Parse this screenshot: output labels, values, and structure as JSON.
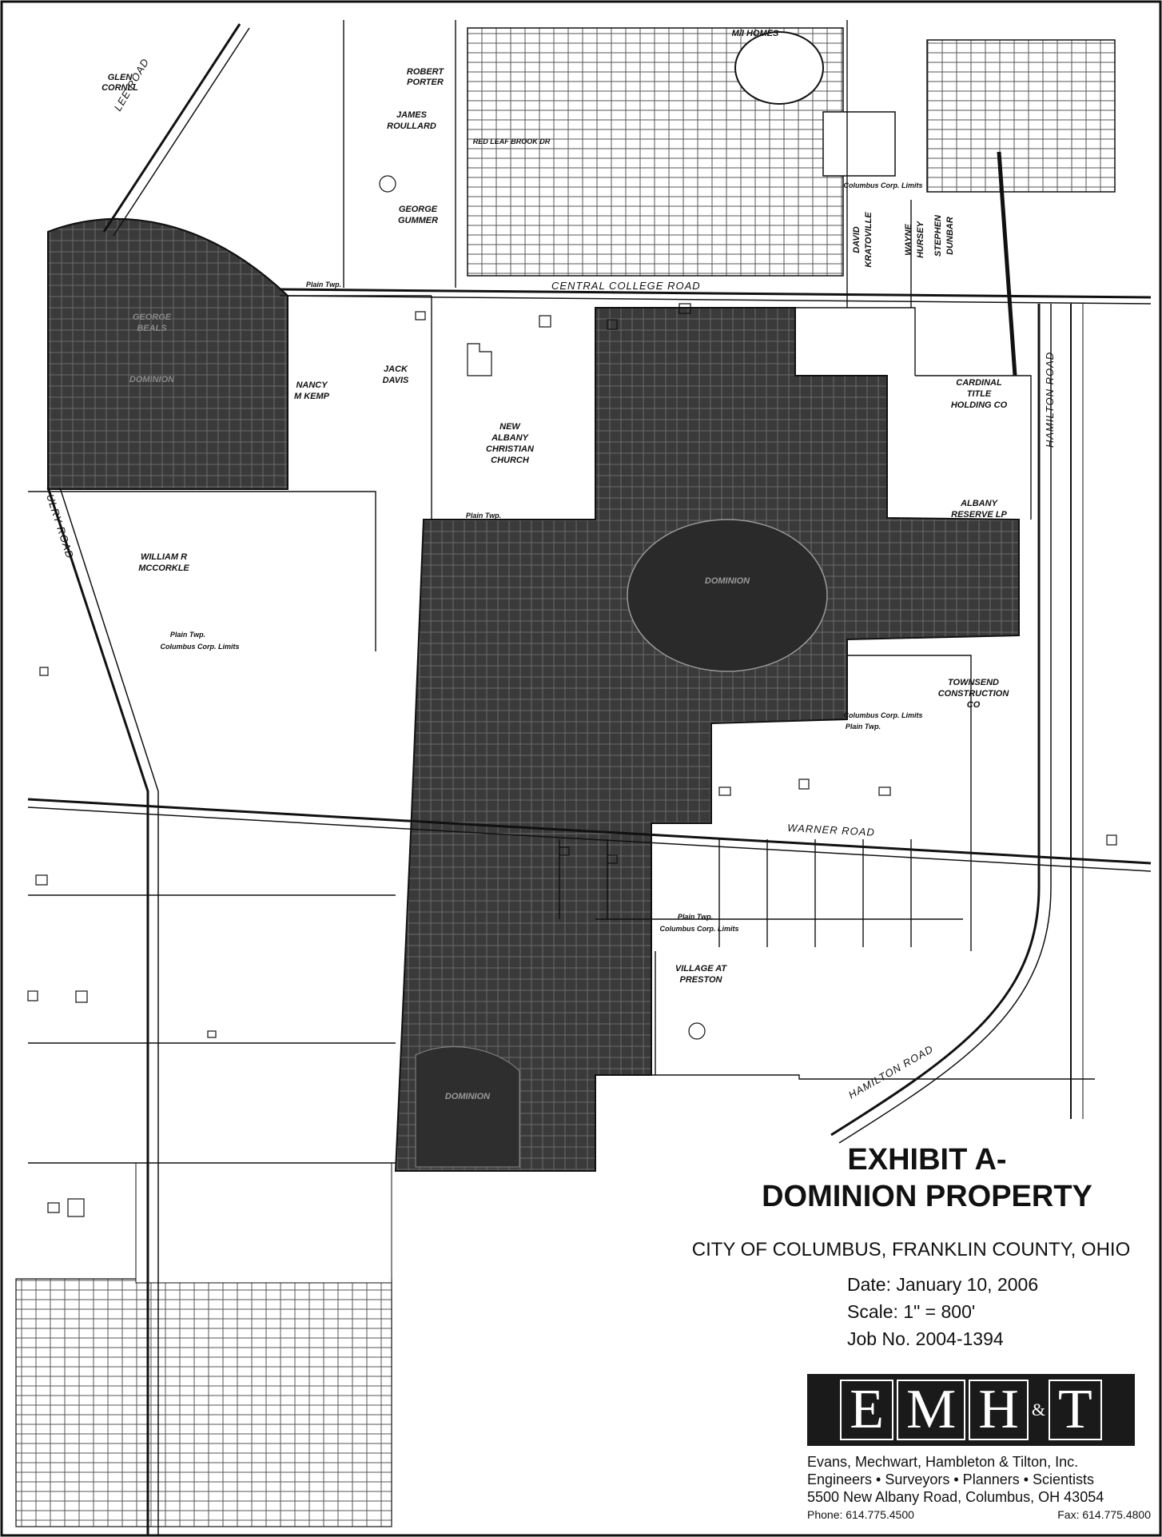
{
  "exhibit": {
    "title_line1": "EXHIBIT A-",
    "title_line2": "DOMINION PROPERTY",
    "location": "CITY OF COLUMBUS, FRANKLIN COUNTY, OHIO",
    "date": "Date: January 10, 2006",
    "scale": "Scale: 1\" = 800'",
    "job_no": "Job No. 2004-1394"
  },
  "firm": {
    "logo_letters": [
      "E",
      "M",
      "H",
      "T"
    ],
    "logo_amp": "&",
    "name": "Evans, Mechwart, Hambleton & Tilton, Inc.",
    "services": "Engineers • Surveyors • Planners • Scientists",
    "address": "5500 New Albany Road, Columbus, OH 43054",
    "phone": "Phone: 614.775.4500",
    "fax": "Fax: 614.775.4800"
  },
  "map": {
    "roads": {
      "central_college": "CENTRAL COLLEGE ROAD",
      "warner": "WARNER ROAD",
      "ulry": "ULRY ROAD",
      "hamilton": "HAMILTON ROAD",
      "hamilton_east": "HAMILTON ROAD",
      "lee": "LEE ROAD",
      "red_leaf": "RED LEAF BROOK DR"
    },
    "parcels": {
      "glen_cornll_1": "GLEN",
      "glen_cornll_2": "CORNLL",
      "robert_porter_1": "ROBERT",
      "robert_porter_2": "PORTER",
      "james_roullard_1": "JAMES",
      "james_roullard_2": "ROULLARD",
      "george_gummer_1": "GEORGE",
      "george_gummer_2": "GUMMER",
      "ma_homes": "M/I HOMES",
      "nancy_kemp_1": "NANCY",
      "nancy_kemp_2": "M KEMP",
      "jack_davis_1": "JACK",
      "jack_davis_2": "DAVIS",
      "nacc_1": "NEW",
      "nacc_2": "ALBANY",
      "nacc_3": "CHRISTIAN",
      "nacc_4": "CHURCH",
      "william_mccorkle_1": "WILLIAM R",
      "william_mccorkle_2": "MCCORKLE",
      "david_kratoville_1": "DAVID",
      "david_kratoville_2": "KRATOVILLE",
      "wayne_hursey_1": "WAYNE",
      "wayne_hursey_2": "HURSEY",
      "stephen_dunbar_1": "STEPHEN",
      "stephen_dunbar_2": "DUNBAR",
      "cardinal_1": "CARDINAL",
      "cardinal_2": "TITLE",
      "cardinal_3": "HOLDING CO",
      "albany_reserve_1": "ALBANY",
      "albany_reserve_2": "RESERVE LP",
      "townsend_1": "TOWNSEND",
      "townsend_2": "CONSTRUCTION",
      "townsend_3": "CO",
      "village_preston_1": "VILLAGE AT",
      "village_preston_2": "PRESTON",
      "dominion_1": "DOMINION",
      "dominion_2": "DOMINION",
      "dominion_3": "DOMINION",
      "george_beals_1": "GEORGE",
      "george_beals_2": "BEALS"
    },
    "limits": {
      "plain_twp": "Plain Twp.",
      "columbus_corp": "Columbus Corp. Limits"
    }
  },
  "colors": {
    "dominion_fill": "#3a3a3a",
    "line": "#111111",
    "paper": "#ffffff"
  }
}
